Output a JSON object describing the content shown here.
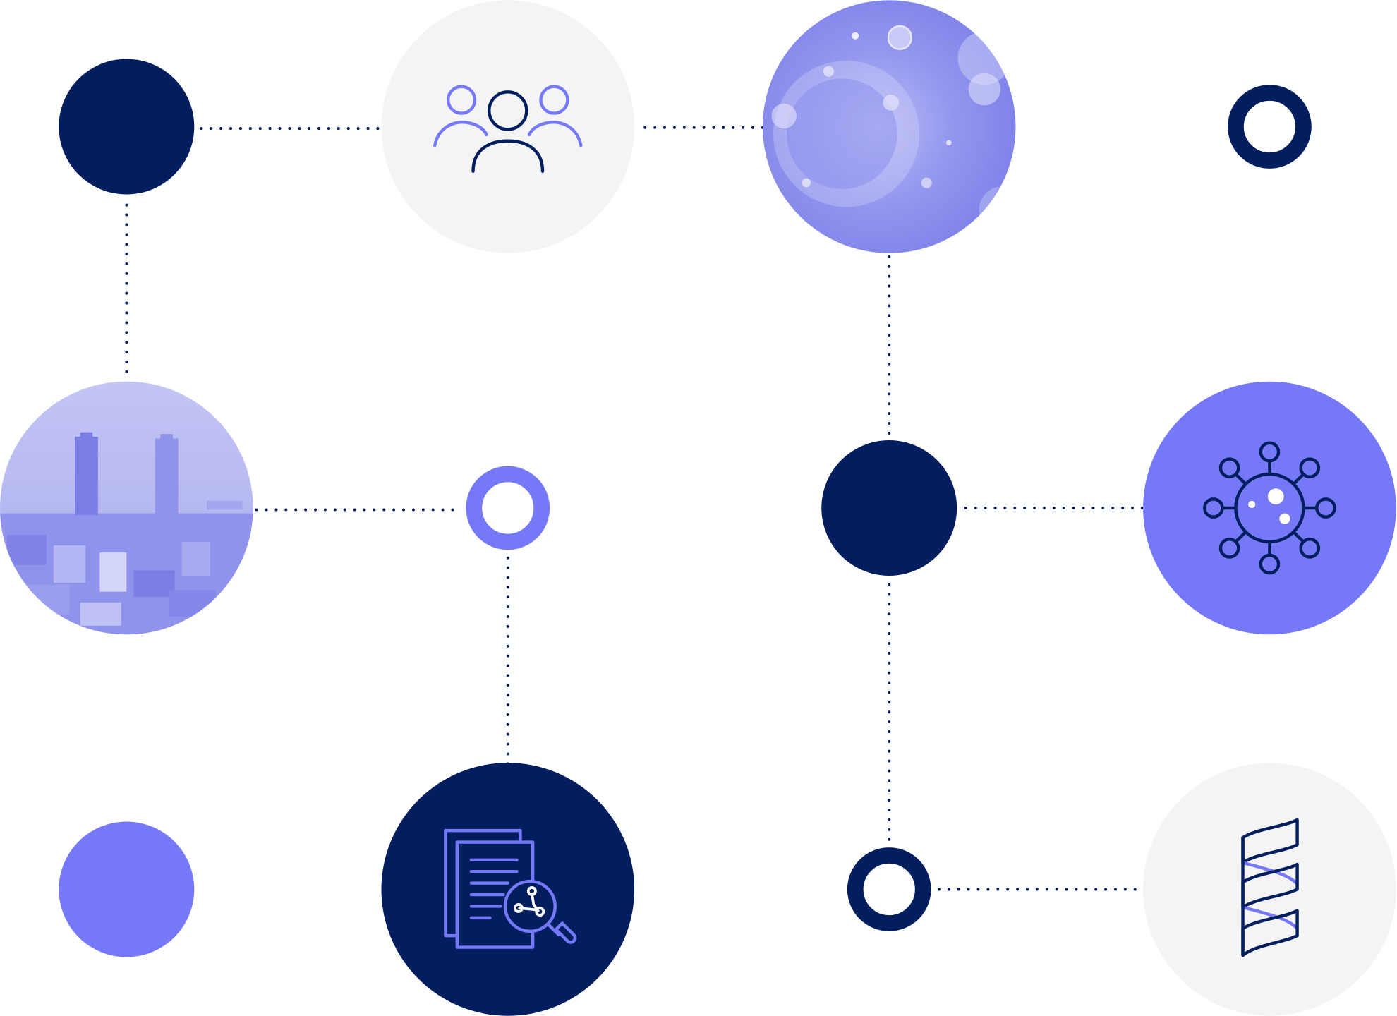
{
  "colors": {
    "navy": "#031e5f",
    "periwinkle": "#7579f8",
    "light_gray": "#f4f4f4",
    "photo_tint": "#8b8ef0",
    "white": "#ffffff"
  },
  "nodes": [
    {
      "id": "navy-dot-top-left",
      "kind": "solid-circle",
      "color": "navy",
      "icon": null
    },
    {
      "id": "team-node",
      "kind": "icon-circle",
      "color": "light_gray",
      "icon": "people-group-icon"
    },
    {
      "id": "virus-photo-node",
      "kind": "photo-circle",
      "color": "photo_tint",
      "icon": "virus-microscope-photo"
    },
    {
      "id": "navy-ring-top-right",
      "kind": "ring",
      "color": "navy",
      "icon": null
    },
    {
      "id": "city-photo-node",
      "kind": "photo-circle",
      "color": "photo_tint",
      "icon": "city-skyline-photo"
    },
    {
      "id": "periwinkle-ring-middle",
      "kind": "ring",
      "color": "periwinkle",
      "icon": null
    },
    {
      "id": "navy-dot-center",
      "kind": "solid-circle",
      "color": "navy",
      "icon": null
    },
    {
      "id": "virus-icon-node",
      "kind": "icon-circle",
      "color": "periwinkle",
      "icon": "virus-icon"
    },
    {
      "id": "periwinkle-dot-bottom-left",
      "kind": "solid-circle",
      "color": "periwinkle",
      "icon": null
    },
    {
      "id": "document-analysis-node",
      "kind": "icon-circle",
      "color": "navy",
      "icon": "document-analysis-icon"
    },
    {
      "id": "navy-ring-bottom",
      "kind": "ring",
      "color": "navy",
      "icon": null
    },
    {
      "id": "dna-node",
      "kind": "icon-circle",
      "color": "light_gray",
      "icon": "dna-helix-icon"
    }
  ],
  "connections": [
    {
      "from": "navy-dot-top-left",
      "to": "team-node",
      "style": "dotted"
    },
    {
      "from": "team-node",
      "to": "virus-photo-node",
      "style": "dotted"
    },
    {
      "from": "navy-dot-top-left",
      "to": "city-photo-node",
      "style": "dotted"
    },
    {
      "from": "virus-photo-node",
      "to": "navy-dot-center",
      "style": "dotted"
    },
    {
      "from": "city-photo-node",
      "to": "periwinkle-ring-middle",
      "style": "dotted"
    },
    {
      "from": "navy-dot-center",
      "to": "virus-icon-node",
      "style": "dotted"
    },
    {
      "from": "periwinkle-ring-middle",
      "to": "document-analysis-node",
      "style": "dotted"
    },
    {
      "from": "navy-dot-center",
      "to": "navy-ring-bottom",
      "style": "dotted"
    },
    {
      "from": "navy-ring-bottom",
      "to": "dna-node",
      "style": "dotted"
    }
  ]
}
